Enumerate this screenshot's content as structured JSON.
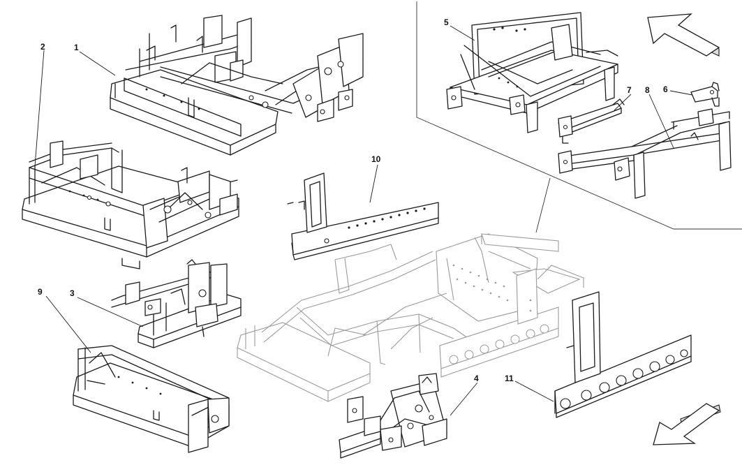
{
  "diagram": {
    "type": "exploded-parts-diagram",
    "callouts": {
      "c1": "1",
      "c2": "2",
      "c3": "3",
      "c4": "4",
      "c5": "5",
      "c6": "6",
      "c7": "7",
      "c8": "8",
      "c9": "9",
      "c10": "10",
      "c11": "11"
    },
    "arrows": {
      "top_right": "front-direction-arrow",
      "bottom_right": "rear-direction-arrow"
    }
  }
}
